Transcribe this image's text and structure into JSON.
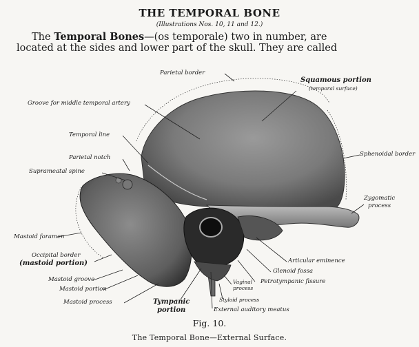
{
  "heading": {
    "title": "THE TEMPORAL BONE",
    "subtitle": "(Illustrations Nos. 10, 11 and 12.)"
  },
  "intro": {
    "line1_pre": "The ",
    "line1_bold": "Temporal Bones",
    "line1_post": "—(os temporale) two in number, are",
    "line2": "located at the sides and lower part of the skull.  They are called"
  },
  "labels": {
    "parietal_border": "Parietal border",
    "squamous_portion": "Squamous portion",
    "temporal_surface": "(temporal surface)",
    "groove_middle_temporal_artery": "Groove for middle temporal artery",
    "temporal_line": "Temporal line",
    "parietal_notch": "Parietal notch",
    "suprameatal_spine": "Suprameatal spine",
    "sphenoidal_border": "Sphenoidal border",
    "zygomatic_process_1": "Zygomatic",
    "zygomatic_process_2": "process",
    "mastoid_foramen": "Mastoid foramen",
    "occipital_border": "Occipital border",
    "mastoid_portion_paren": "(mastoid portion)",
    "mastoid_groove": "Mastoid groove",
    "mastoid_portion": "Mastoid portion",
    "mastoid_process": "Mastoid process",
    "articular_eminence": "Articular eminence",
    "glenoid_fossa": "Glenoid fossa",
    "vaginal_process_1": "Vaginal",
    "vaginal_process_2": "process",
    "petrotympanic_fissure": "Petrotympanic fissure",
    "styloid_process": "Styloid process",
    "external_auditory_meatus": "External auditory meatus",
    "tympanic_portion_1": "Tympanic",
    "tympanic_portion_2": "portion"
  },
  "figure": {
    "number": "Fig. 10.",
    "caption": "The Temporal Bone—External Surface."
  }
}
